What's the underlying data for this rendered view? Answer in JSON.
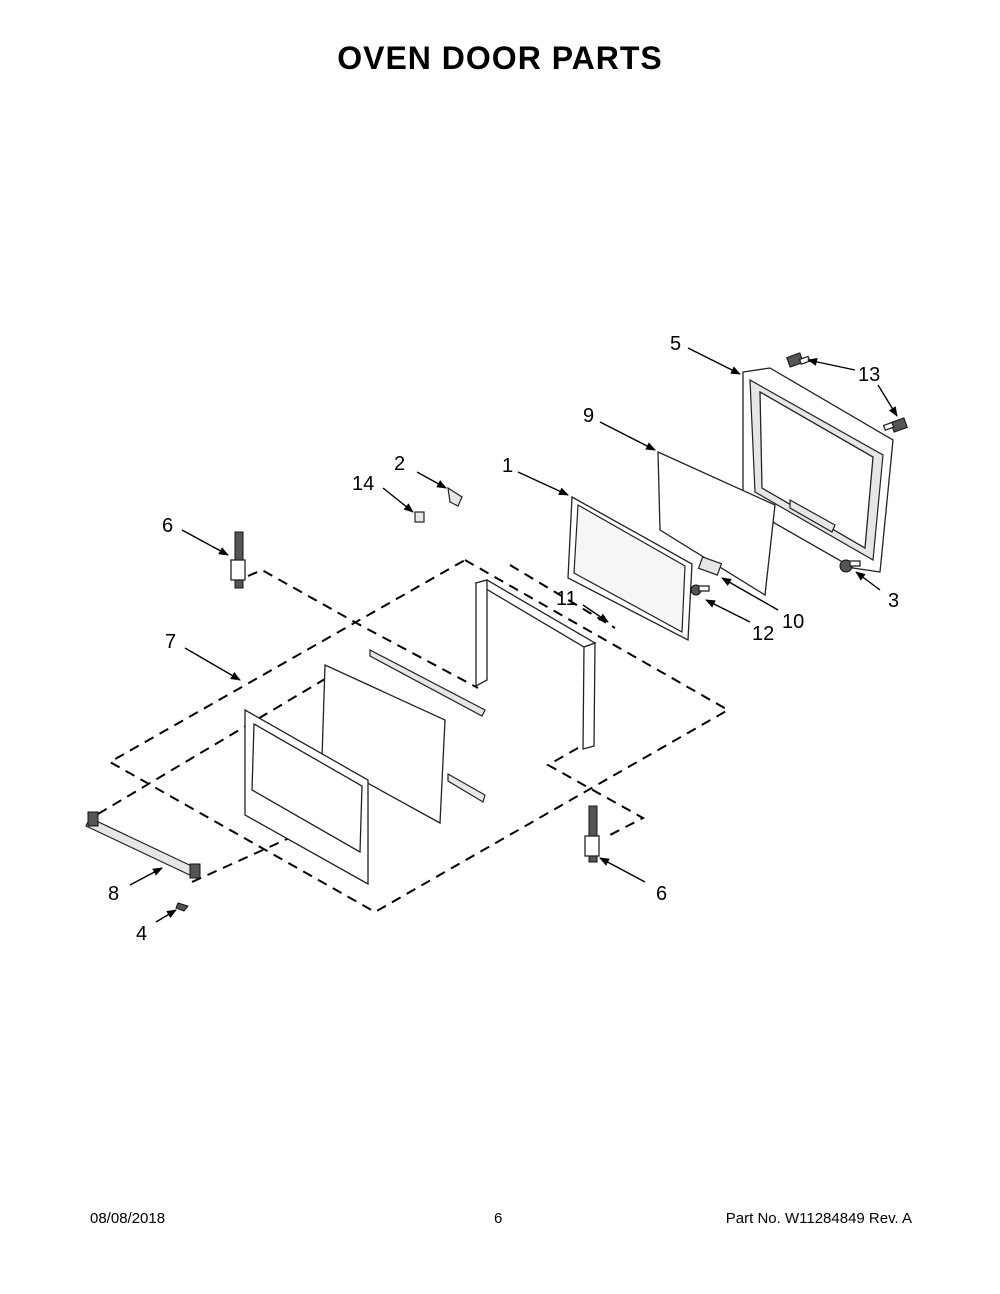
{
  "page": {
    "title": "OVEN DOOR PARTS",
    "footer_date": "08/08/2018",
    "footer_page": "6",
    "footer_part": "Part No.  W11284849  Rev.  A"
  },
  "callouts": {
    "c1": "1",
    "c2": "2",
    "c3": "3",
    "c4": "4",
    "c5": "5",
    "c6a": "6",
    "c6b": "6",
    "c7": "7",
    "c8": "8",
    "c9": "9",
    "c10": "10",
    "c11": "11",
    "c12": "12",
    "c13": "13",
    "c14": "14"
  },
  "colors": {
    "line": "#000000",
    "part_fill": "#ffffff",
    "shade": "#e6e6e6"
  }
}
